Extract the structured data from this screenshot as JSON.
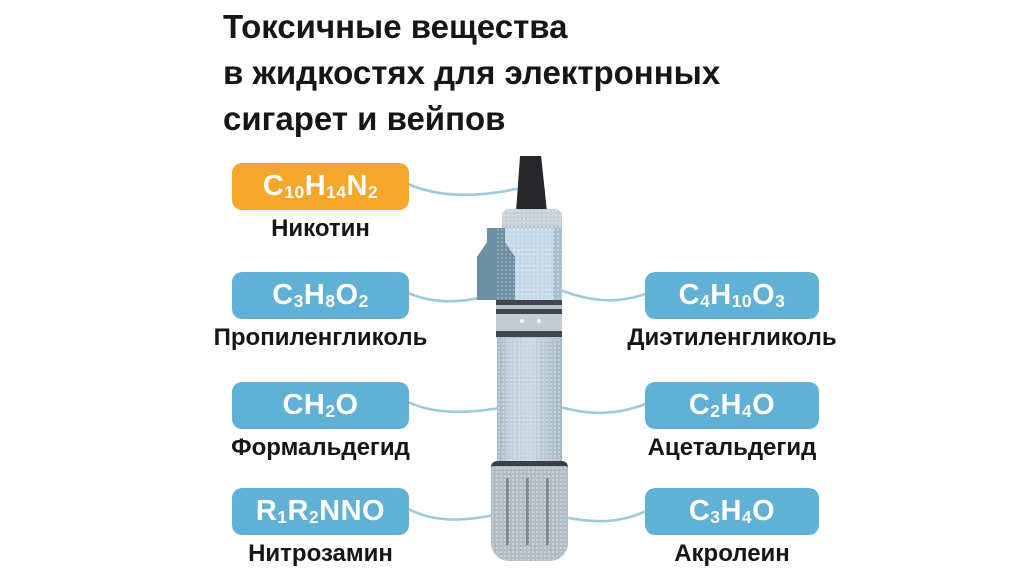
{
  "title": {
    "lines": [
      "Токсичные вещества",
      "в жидкостях для электронных",
      "сигарет и вейпов"
    ]
  },
  "colors": {
    "badge-orange": "#F6A62B",
    "badge-blue": "#60B1D5",
    "connector-blue": "#9ECADB",
    "text-dark": "#161616",
    "formula-text": "#FFFFFF",
    "background": "#FFFFFF"
  },
  "substances": {
    "left": [
      {
        "formula": "C₁₀H₁₄N₂",
        "name": "Никотин",
        "accent": "orange"
      },
      {
        "formula": "C₃H₈O₂",
        "name": "Пропиленгликоль",
        "accent": "blue"
      },
      {
        "formula": "CH₂O",
        "name": "Формальдегид",
        "accent": "blue"
      },
      {
        "formula": "R₁R₂NNO",
        "name": "Нитрозамин",
        "accent": "blue"
      }
    ],
    "right": [
      {
        "formula": "C₄H₁₀O₃",
        "name": "Диэтиленгликоль",
        "accent": "blue"
      },
      {
        "formula": "C₂H₄O",
        "name": "Ацетальдегид",
        "accent": "blue"
      },
      {
        "formula": "C₃H₄O",
        "name": "Акролеин",
        "accent": "blue"
      }
    ]
  },
  "illustration": {
    "icon": "vape-device-illustration"
  }
}
